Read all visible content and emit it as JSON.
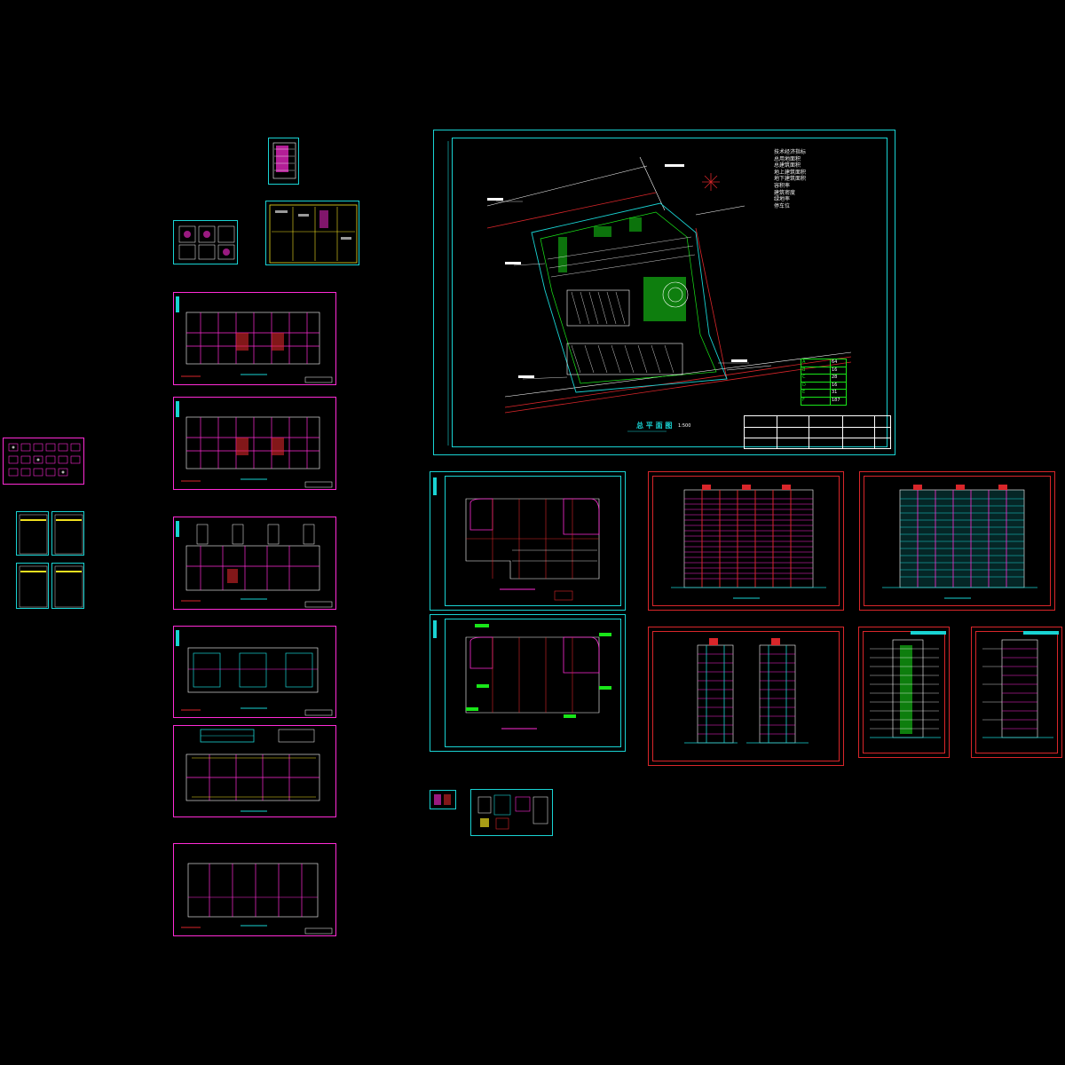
{
  "site_plan": {
    "title": "总 平 面 图",
    "scale": "1:500"
  },
  "stats": {
    "lines": [
      "技术经济指标",
      "总用地面积",
      "总建筑面积",
      "地上建筑面积",
      "地下建筑面积",
      "容积率",
      "建筑密度",
      "绿地率",
      "停车位"
    ]
  },
  "legend": {
    "rows": [
      {
        "name": "A",
        "value": "64"
      },
      {
        "name": "B",
        "value": "16"
      },
      {
        "name": "C",
        "value": "28"
      },
      {
        "name": "D",
        "value": "16"
      },
      {
        "name": "E",
        "value": "31"
      },
      {
        "name": "F",
        "value": "187"
      }
    ]
  },
  "colors": {
    "cyan": "#19d3d3",
    "magenta": "#ff2bd6",
    "red": "#d9262a",
    "green": "#19e619",
    "yellow": "#f0e020",
    "white": "#ffffff",
    "background": "#000000"
  }
}
